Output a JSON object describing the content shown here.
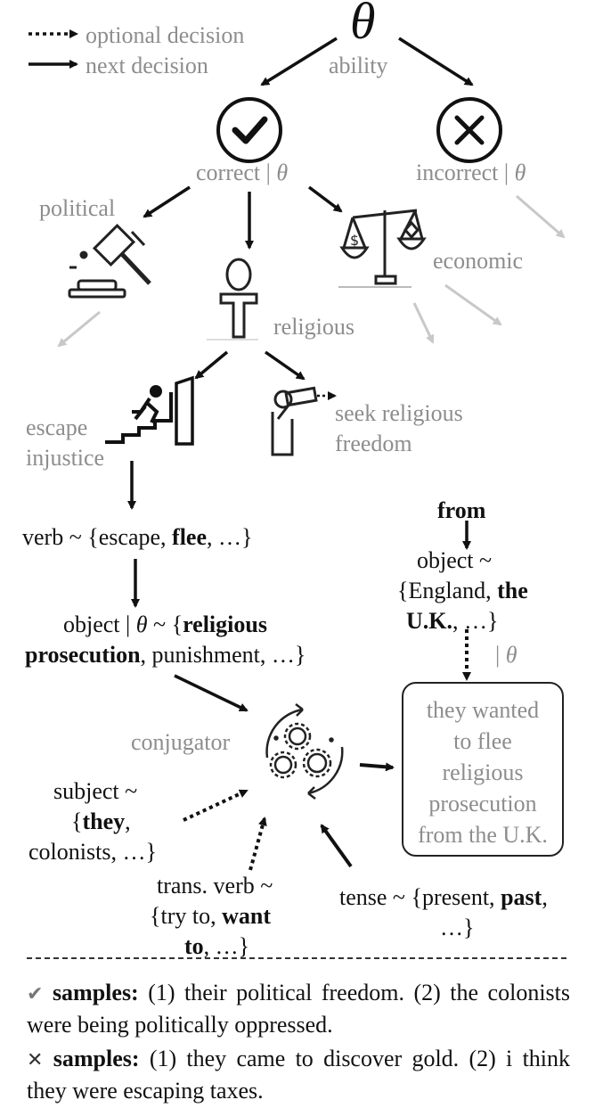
{
  "legend": {
    "optional": "optional decision",
    "next": "next decision"
  },
  "nodes": {
    "theta": "θ",
    "ability": "ability",
    "correct": "correct",
    "incorrect": "incorrect",
    "cond_theta": "θ",
    "political": "political",
    "economic": "economic",
    "religious": "religious",
    "escape_injustice_1": "escape",
    "escape_injustice_2": "injustice",
    "seek_1": "seek religious",
    "seek_2": "freedom",
    "verb_prefix": "verb ~ {escape, ",
    "verb_bold": "flee",
    "verb_suffix": ", …}",
    "object_prefix": "object",
    "object_mid": " ~ {",
    "object_bold1": "religious",
    "object_bold2": "prosecution",
    "object_suffix": ", punishment, …}",
    "from": "from",
    "from_object": "object ~",
    "from_values_prefix": "{England, ",
    "from_values_bold1": "the",
    "from_values_bold2": "U.K.",
    "from_values_suffix": ", …}",
    "from_cond": "θ",
    "conjugator": "conjugator",
    "subject_1": "subject ~",
    "subject_bold": "they",
    "subject_2": "colonists, …}",
    "trans_1": "trans. verb ~",
    "trans_prefix": "{try to, ",
    "trans_bold1": "want",
    "trans_bold2": "to",
    "trans_suffix": ", …}",
    "tense_prefix": "tense ~ {present, ",
    "tense_bold": "past",
    "tense_2": "…}"
  },
  "output_box": [
    "they wanted",
    "to flee",
    "religious",
    "prosecution",
    "from the U.K."
  ],
  "samples": {
    "correct_label": "samples:",
    "correct_text": "(1) their political freedom. (2) the colonists were being politically  oppressed.",
    "incorrect_label": "samples:",
    "incorrect_text": "(1) they came to discover gold. (2) i think they were escaping taxes."
  },
  "colors": {
    "arrow": "#111111",
    "faded_arrow": "#c8c8c8",
    "gray_text": "#8d8d8d"
  }
}
